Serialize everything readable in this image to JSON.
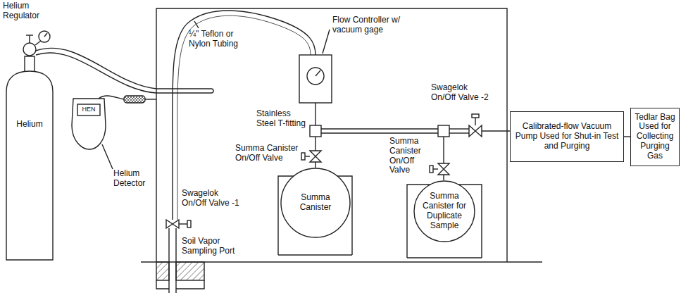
{
  "diagram": {
    "nodes": [
      {
        "text": [
          "Helium"
        ]
      },
      {
        "text": [
          "Summa Canister"
        ]
      },
      {
        "text": [
          "Summa Canister for Duplicate Sample"
        ]
      },
      {
        "text": [
          "Calibrated-flow Vacuum Pump Used for Shut-in Test and Purging"
        ]
      },
      {
        "text": [
          "Tedlar Bag Used for Collecting Purging Gas"
        ]
      }
    ],
    "edges": [
      {
        "from": 3,
        "to": 4,
        "arrow": "none"
      }
    ],
    "labels": [
      "Helium Regulator",
      "HEN",
      "Helium Detector",
      "¼\" Teflon or Nylon Tubing",
      "Flow Controller w/ vacuum gage",
      "Swagelok On/Off Valve -2",
      "Stainless Steel T-fitting",
      "Summa Canister On/Off Valve",
      "Summa Canister On/Off Valve",
      "Swagelok On/Off Valve -1",
      "Soil Vapor Sampling Port"
    ]
  }
}
